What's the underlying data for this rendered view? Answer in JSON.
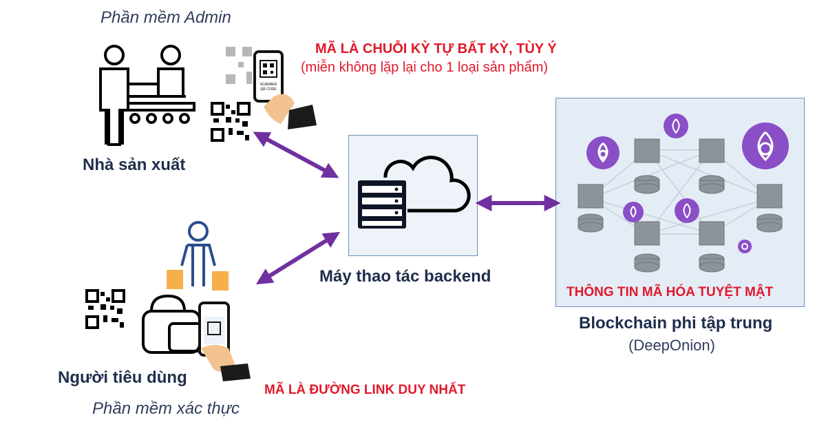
{
  "producer_software": "Phần mềm Admin",
  "producer_name": "Nhà sản xuất",
  "producer_code_note_1": "MÃ LÀ CHUỖI KỲ TỰ BẤT KỲ, TÙY Ý",
  "producer_code_note_2": "(miễn không lặp lại cho 1 loại sản phẩm)",
  "backend_name": "Máy thao tác backend",
  "chain_secure_label": "THÔNG TIN MÃ HÓA TUYỆT MẬT",
  "chain_name": "Blockchain phi tập trung",
  "chain_sub": "(DeepOnion)",
  "consumer_name": "Người tiêu dùng",
  "consumer_code_note": "MÃ LÀ ĐƯỜNG LINK DUY NHẤT",
  "consumer_software": "Phần mềm xác thực",
  "phone_label_1": "SCANNER",
  "phone_label_2": "QR CODE",
  "colors": {
    "arrow": "#7030a0",
    "red_text": "#e0192a",
    "navy_text": "#1f2e4d",
    "onion": "#8a4fc7"
  }
}
